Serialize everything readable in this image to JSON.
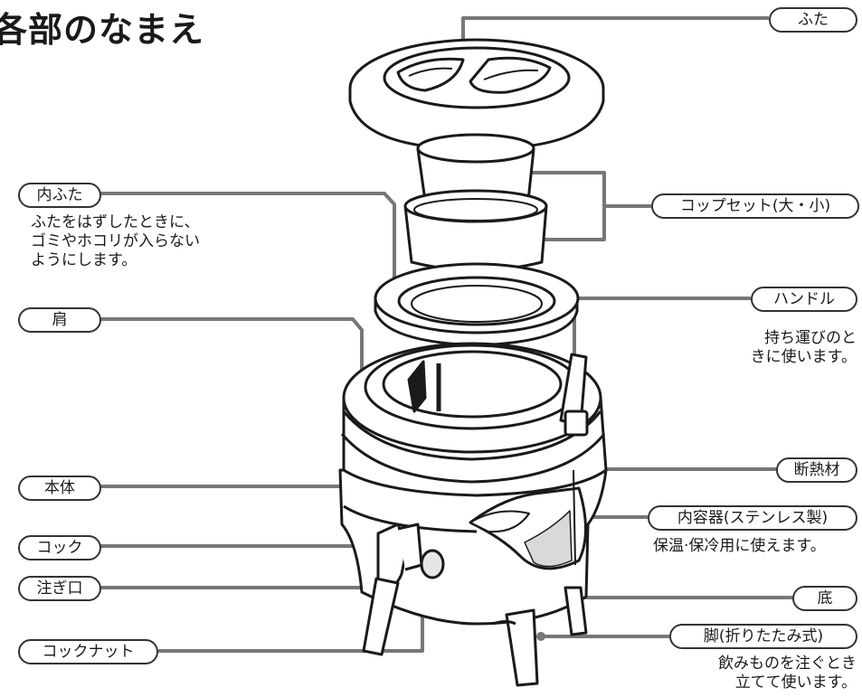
{
  "title": "各部のなまえ",
  "labels": {
    "futa": "ふた",
    "uchifuta": "内ふた",
    "cup_set": "コップセット(大・小)",
    "handle": "ハンドル",
    "kata": "肩",
    "dannetsuzai": "断熱材",
    "hontai": "本体",
    "naiyoki": "内容器(ステンレス製)",
    "cock": "コック",
    "sosogiguchi": "注ぎ口",
    "soko": "底",
    "kyaku": "脚(折りたたみ式)",
    "cock_nut": "コックナット"
  },
  "notes": {
    "uchifuta": "ふたをはずしたときに、\nゴミやホコリが入らない\nようにします。",
    "handle": "持ち運びのと\nきに使います。",
    "naiyoki": "保温·保冷用に使えます。",
    "kyaku": "飲みものを注ぐとき\n立てて使います。"
  },
  "colors": {
    "leader": "#777777",
    "outline": "#1a1a1a",
    "pill_border": "#333333"
  }
}
